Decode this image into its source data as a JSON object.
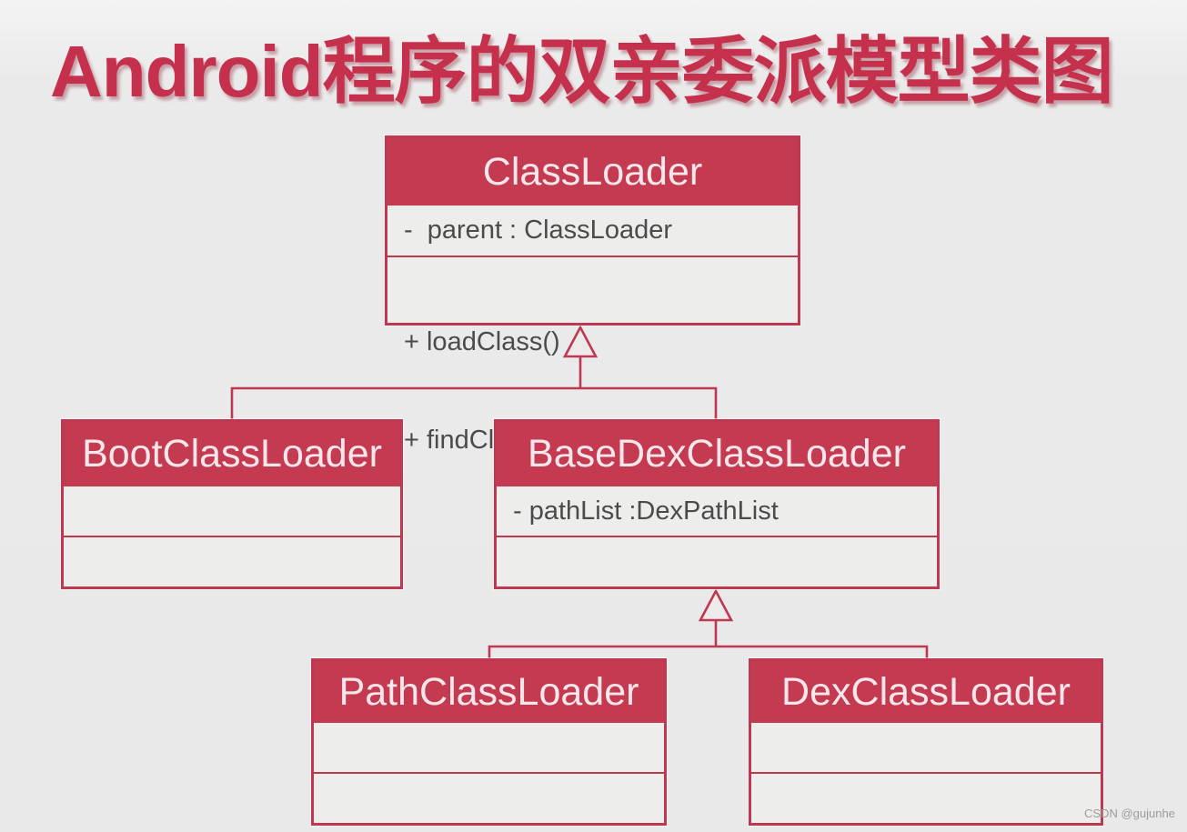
{
  "title": {
    "text": "Android程序的双亲委派模型类图"
  },
  "colors": {
    "accent_red": "#c43b51",
    "line_red": "#bd3850",
    "header_text": "#f8e7ea",
    "member_text": "#4b4b4d",
    "background": "#e9e9e9",
    "title_red": "#c5304c"
  },
  "diagram": {
    "classes": [
      {
        "name": "ClassLoader",
        "attributes": [
          "-  parent : ClassLoader"
        ],
        "methods": [
          "+ loadClass()",
          "+ findClass()"
        ]
      },
      {
        "name": "BootClassLoader",
        "attributes": [],
        "methods": []
      },
      {
        "name": "BaseDexClassLoader",
        "attributes": [
          "- pathList :DexPathList"
        ],
        "methods": []
      },
      {
        "name": "PathClassLoader",
        "attributes": [],
        "methods": []
      },
      {
        "name": "DexClassLoader",
        "attributes": [],
        "methods": []
      }
    ],
    "relations": [
      {
        "type": "inheritance",
        "from": "BootClassLoader",
        "to": "ClassLoader"
      },
      {
        "type": "inheritance",
        "from": "BaseDexClassLoader",
        "to": "ClassLoader"
      },
      {
        "type": "inheritance",
        "from": "PathClassLoader",
        "to": "BaseDexClassLoader"
      },
      {
        "type": "inheritance",
        "from": "DexClassLoader",
        "to": "BaseDexClassLoader"
      }
    ]
  },
  "watermark": {
    "text": "CSDN @gujunhe"
  }
}
